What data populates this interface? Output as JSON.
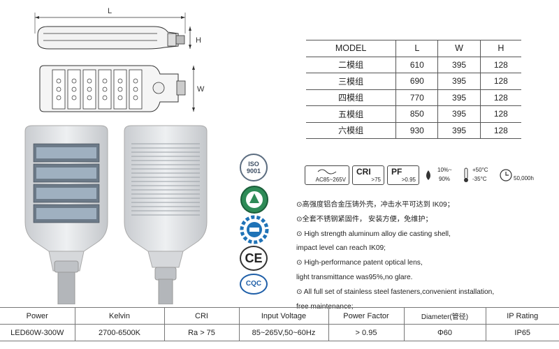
{
  "dimensions": {
    "length_label": "L",
    "height_label": "H",
    "width_label": "W"
  },
  "model_table": {
    "headers": [
      "MODEL",
      "L",
      "W",
      "H"
    ],
    "rows": [
      [
        "二模组",
        "610",
        "395",
        "128"
      ],
      [
        "三模组",
        "690",
        "395",
        "128"
      ],
      [
        "四模组",
        "770",
        "395",
        "128"
      ],
      [
        "五模组",
        "850",
        "395",
        "128"
      ],
      [
        "六模组",
        "930",
        "395",
        "128"
      ]
    ]
  },
  "spec_icons": {
    "voltage": "AC85~265V",
    "cri_title": "CRI",
    "cri_value": ">75",
    "pf_title": "PF",
    "pf_value": ">0.95",
    "humidity_top": "10%~",
    "humidity_bottom": "90%",
    "temp_top": "+50°C",
    "temp_bottom": "-35°C",
    "lifetime": "50,000h"
  },
  "certs": {
    "iso_label": "ISO",
    "iso_num": "9001",
    "ce_label": "CE",
    "cqc_label": "CQC"
  },
  "features": [
    "⊙高强度铝合金压铸外壳，冲击水平可达到 IK09；",
    "⊙全套不锈钢紧固件，  安装方便，免维护；",
    "⊙ High strength aluminum alloy die casting shell,",
    "impact level can reach IK09;",
    "⊙ High-performance patent optical lens,",
    "light transmittance was95%,no glare.",
    "⊙ All full set of stainless steel fasteners,convenient installation,",
    "free maintenance;"
  ],
  "params_table": {
    "headers": [
      "Power",
      "Kelvin",
      "CRI",
      "Input Voltage",
      "Power Factor",
      "Diameter(管径)",
      "IP Rating"
    ],
    "values": [
      "LED60W-300W",
      "2700-6500K",
      "Ra > 75",
      "85~265V,50~60Hz",
      "> 0.95",
      "Φ60",
      "IP65"
    ]
  }
}
